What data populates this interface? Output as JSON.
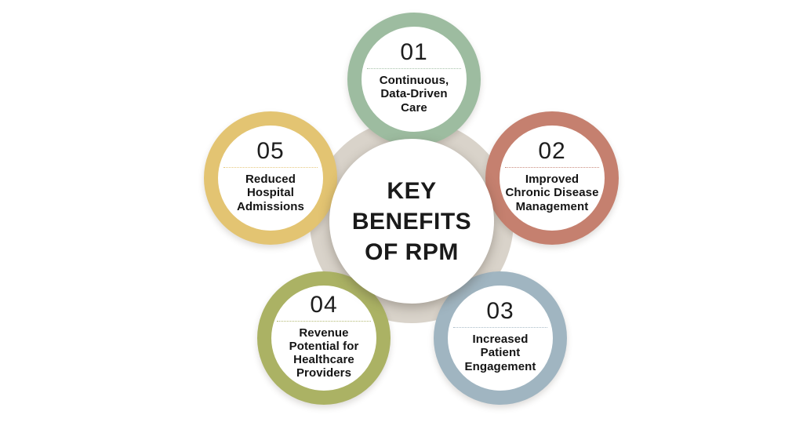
{
  "center": {
    "title": "KEY BENEFITS\nOF RPM"
  },
  "items": [
    {
      "number": "01",
      "label": "Continuous,\nData-Driven\nCare",
      "color": "#9dbca0"
    },
    {
      "number": "02",
      "label": "Improved\nChronic Disease\nManagement",
      "color": "#c5806f"
    },
    {
      "number": "03",
      "label": "Increased\nPatient\nEngagement",
      "color": "#a0b5c1"
    },
    {
      "number": "04",
      "label": "Revenue\nPotential for\nHealthcare\nProviders",
      "color": "#abb264"
    },
    {
      "number": "05",
      "label": "Reduced\nHospital\nAdmissions",
      "color": "#e3c472"
    }
  ],
  "colors": {
    "background": "#ffffff",
    "hub_ring": "#d9d3ca",
    "text": "#1a1a1a"
  }
}
